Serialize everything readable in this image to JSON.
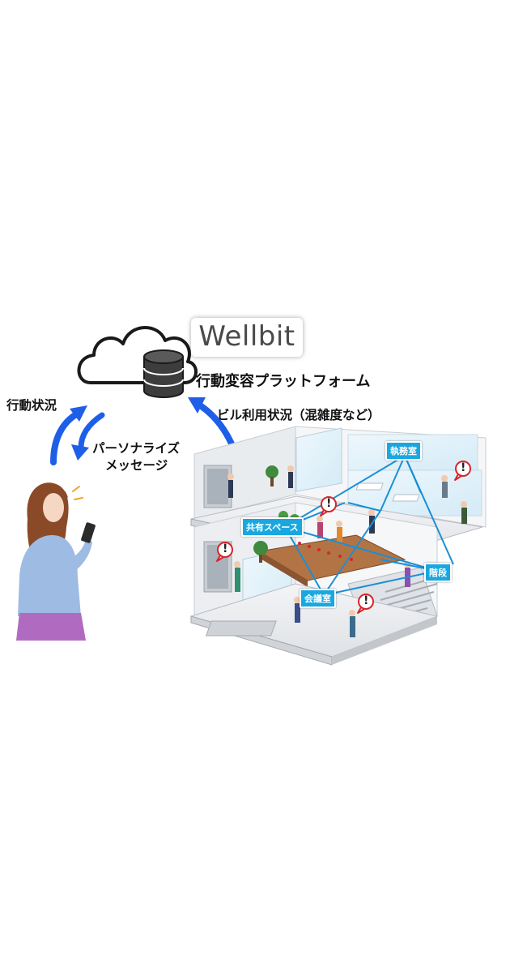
{
  "logo": {
    "text": "Wellbit"
  },
  "labels": {
    "platform": "行動変容プラットフォーム",
    "behavior_status": "行動状況",
    "building_status": "ビル利用状況（混雑度など）",
    "personalized_line1": "パーソナライズ",
    "personalized_line2": "メッセージ"
  },
  "rooms": {
    "office": "執務室",
    "shared": "共有スペース",
    "stairs": "階段",
    "meeting": "会議室"
  },
  "alert": {
    "mark": "!"
  },
  "colors": {
    "arrow": "#1f5fe8",
    "tag": "#1aa7e0",
    "line": "#1a8fd6",
    "alert_stroke": "#d8252b"
  },
  "icons": [
    "cloud-icon",
    "database-icon",
    "alert-icon"
  ]
}
